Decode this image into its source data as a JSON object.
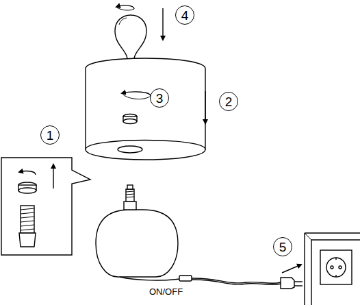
{
  "diagram": {
    "nodes": [
      {
        "text": [
          "4"
        ]
      },
      {
        "text": [
          "3"
        ]
      },
      {
        "text": [
          "2"
        ]
      },
      {
        "text": [
          "1"
        ]
      },
      {
        "text": [
          "5"
        ]
      }
    ],
    "labels": [
      "ON/OFF"
    ]
  }
}
